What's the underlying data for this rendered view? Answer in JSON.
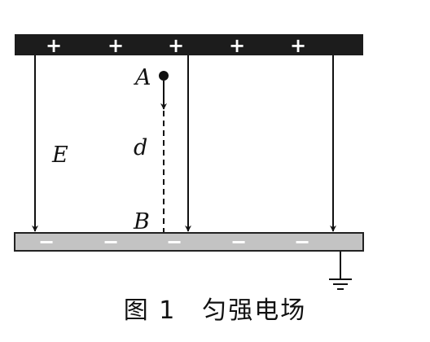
{
  "diagram": {
    "top_plate": {
      "charge_signs": [
        "+",
        "+",
        "+",
        "+",
        "+"
      ],
      "color": "#1c1c1c",
      "sign_color": "#ffffff"
    },
    "bottom_plate": {
      "charge_signs": [
        "−",
        "−",
        "−",
        "−",
        "−"
      ],
      "color": "#c3c3c3",
      "sign_color": "#ffffff"
    },
    "labels": {
      "point_a": "A",
      "point_b": "B",
      "distance": "d",
      "field": "E"
    },
    "icons": [
      "arrow-down-icon",
      "ground-icon",
      "point-charge-icon"
    ]
  },
  "caption": "图 1　匀强电场"
}
